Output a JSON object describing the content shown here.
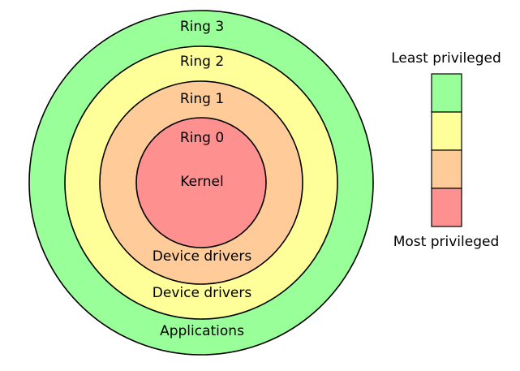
{
  "rings": [
    {
      "name": "Ring 3",
      "content": "Applications",
      "color": "#99ff99"
    },
    {
      "name": "Ring 2",
      "content": "Device drivers",
      "color": "#ffff99"
    },
    {
      "name": "Ring 1",
      "content": "Device drivers",
      "color": "#ffcc99"
    },
    {
      "name": "Ring 0",
      "content": "Kernel",
      "color": "#ff9090"
    }
  ],
  "legend": {
    "top_label": "Least privileged",
    "bottom_label": "Most privileged",
    "colors": [
      "#99ff99",
      "#ffff99",
      "#ffcc99",
      "#ff9090"
    ]
  },
  "outline_color": "#000000"
}
